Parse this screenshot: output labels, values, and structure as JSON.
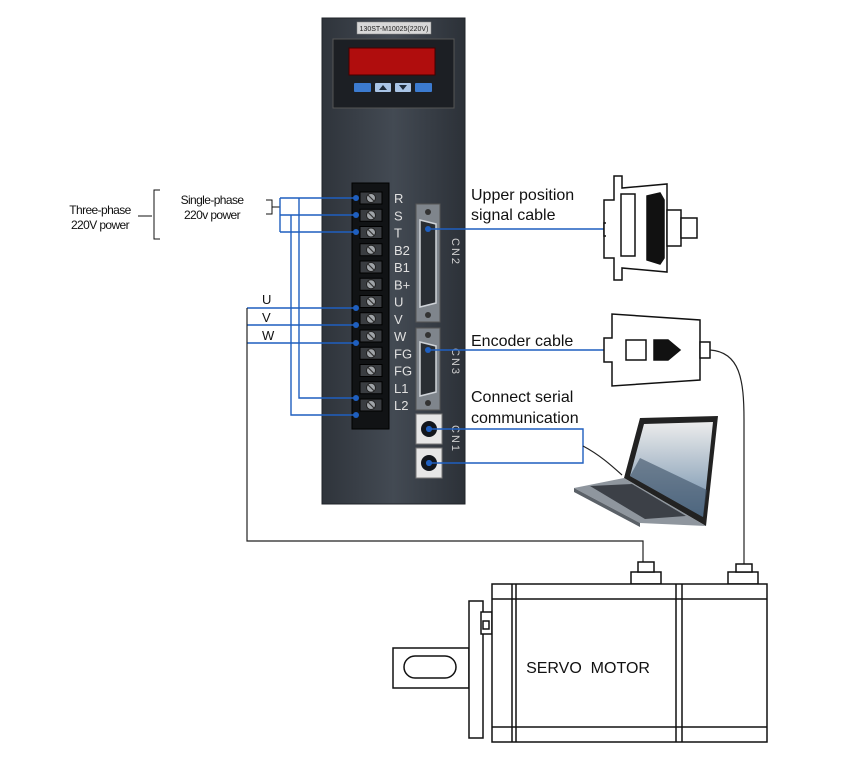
{
  "drive": {
    "model_plate": "130ST-M10025(220V)",
    "terminals": [
      "R",
      "S",
      "T",
      "B2",
      "B1",
      "B+",
      "U",
      "V",
      "W",
      "FG",
      "FG",
      "L1",
      "L2"
    ],
    "connectors": {
      "cn2": "CN2",
      "cn3": "CN3",
      "cn1": "CN1"
    }
  },
  "power": {
    "three_phase": [
      "Three-phase",
      "220V power"
    ],
    "single_phase": [
      "Single-phase",
      "220v power"
    ]
  },
  "motor_phases": [
    "U",
    "V",
    "W"
  ],
  "labels": {
    "upper_position": [
      "Upper position",
      "signal cable"
    ],
    "encoder": "Encoder cable",
    "serial": [
      "Connect serial",
      "communication"
    ],
    "motor": "SERVO  MOTOR"
  },
  "colors": {
    "wire": "#1f5fbf",
    "drive_body": "#3a4048",
    "display": "#c81010"
  }
}
